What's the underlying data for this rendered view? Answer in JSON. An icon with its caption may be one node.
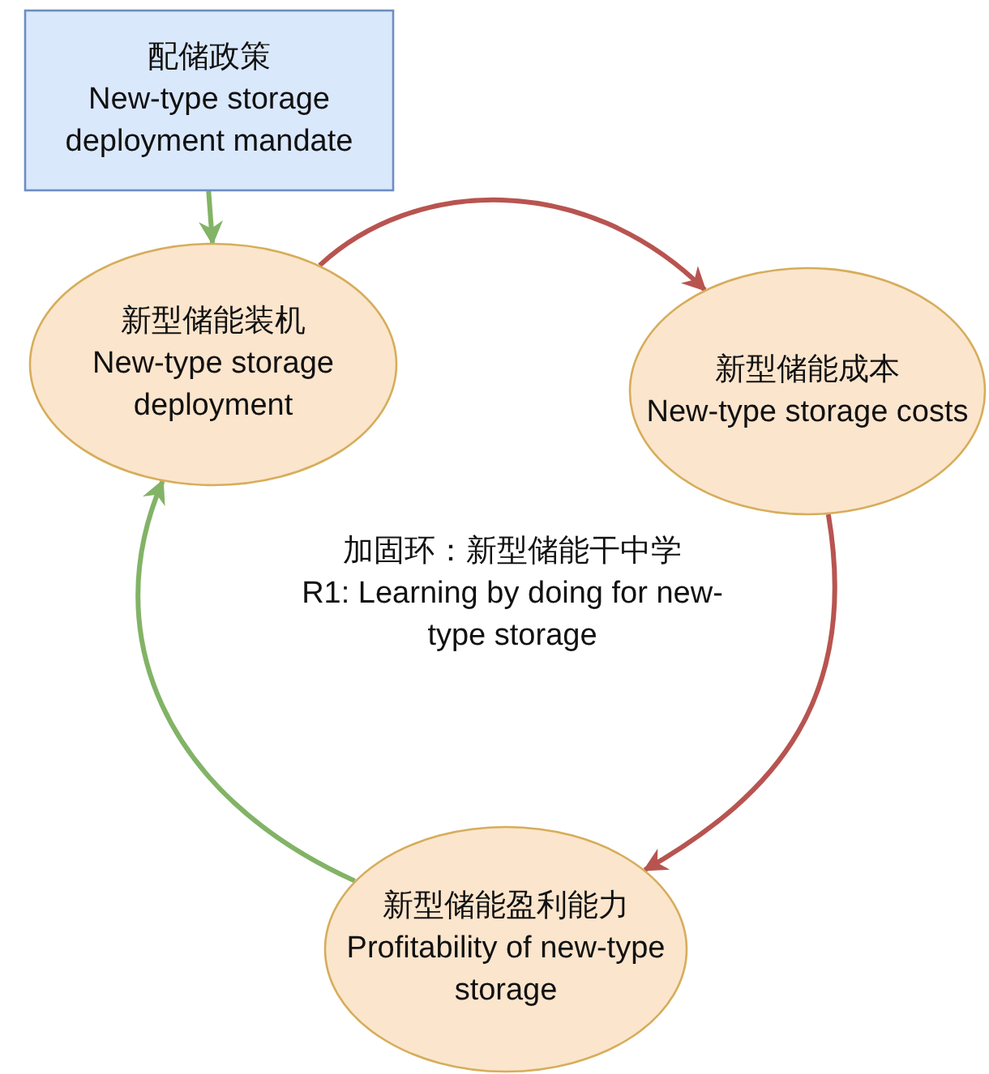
{
  "diagram": {
    "nodes": [
      {
        "text": [
          "配储政策",
          "New-type storage deployment mandate"
        ]
      },
      {
        "text": [
          "新型储能装机",
          "New-type storage deployment"
        ]
      },
      {
        "text": [
          "新型储能成本",
          "New-type storage costs"
        ]
      },
      {
        "text": [
          "新型储能盈利能力",
          "Profitability of new-type storage"
        ]
      }
    ],
    "edges": [
      {
        "from": 0,
        "to": 1,
        "arrow": "to",
        "color": "#82b366"
      },
      {
        "from": 1,
        "to": 2,
        "arrow": "to",
        "color": "#b85450"
      },
      {
        "from": 2,
        "to": 3,
        "arrow": "to",
        "color": "#b85450"
      },
      {
        "from": 3,
        "to": 1,
        "arrow": "to",
        "color": "#82b366"
      }
    ],
    "labels": [
      "加固环：新型储能干中学",
      "R1: Learning by doing for new-type storage"
    ]
  }
}
